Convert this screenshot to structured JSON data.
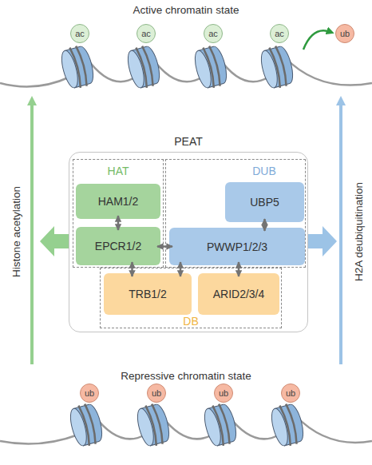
{
  "diagram": {
    "nodes": [
      {
        "text": [
          "ac"
        ]
      },
      {
        "text": [
          "ac"
        ]
      },
      {
        "text": [
          "ac"
        ]
      },
      {
        "text": [
          "ac"
        ]
      },
      {
        "text": [
          "ub"
        ]
      },
      {
        "text": [
          "PEAT"
        ]
      },
      {
        "text": [
          "HAT"
        ],
        "in": 5
      },
      {
        "text": [
          "HAM1/2"
        ],
        "in": 6
      },
      {
        "text": [
          "EPCR1/2"
        ],
        "in": 6
      },
      {
        "text": [
          "DUB"
        ],
        "in": 5
      },
      {
        "text": [
          "UBP5"
        ],
        "in": 9
      },
      {
        "text": [
          "PWWP1/2/3"
        ],
        "in": 9
      },
      {
        "text": [
          "DB"
        ],
        "in": 5
      },
      {
        "text": [
          "TRB1/2"
        ],
        "in": 12
      },
      {
        "text": [
          "ARID2/3/4"
        ],
        "in": 12
      },
      {
        "text": [
          "ub"
        ]
      },
      {
        "text": [
          "ub"
        ]
      },
      {
        "text": [
          "ub"
        ]
      },
      {
        "text": [
          "ub"
        ]
      }
    ],
    "edges": [
      {
        "from": 7,
        "to": 8,
        "arrow": "both"
      },
      {
        "from": 8,
        "to": 11,
        "arrow": "both"
      },
      {
        "from": 8,
        "to": 13,
        "arrow": "both"
      },
      {
        "from": 11,
        "to": 13,
        "arrow": "both"
      },
      {
        "from": 11,
        "to": 14,
        "arrow": "both"
      },
      {
        "from": 10,
        "to": 11,
        "arrow": "both"
      }
    ],
    "labels": [
      "Active chromatin state",
      "Histone acetylation",
      "H2A deubiquitination",
      "Repressive chromatin state"
    ]
  }
}
